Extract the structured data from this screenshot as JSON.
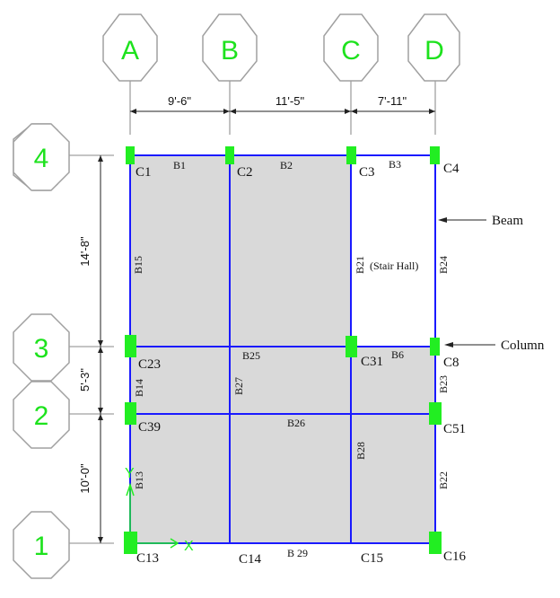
{
  "grid_columns": [
    {
      "label": "A"
    },
    {
      "label": "B"
    },
    {
      "label": "C"
    },
    {
      "label": "D"
    }
  ],
  "grid_rows": [
    {
      "label": "4"
    },
    {
      "label": "3"
    },
    {
      "label": "2"
    },
    {
      "label": "1"
    }
  ],
  "dimensions": {
    "horizontal": [
      "9'-6\"",
      "11'-5\"",
      "7'-11\""
    ],
    "vertical": [
      "14'-8\"",
      "5'-3\"",
      "10'-0\""
    ]
  },
  "beams": {
    "B1": "B1",
    "B2": "B2",
    "B3": "B3",
    "B15": "B15",
    "B21": "B21",
    "B24": "B24",
    "B25": "B25",
    "B6": "B6",
    "B14": "B14",
    "B27": "B27",
    "B23": "B23",
    "B26": "B26",
    "B28": "B28",
    "B13": "B13",
    "B22": "B22",
    "B29": "B 29"
  },
  "columns": {
    "C1": "C1",
    "C2": "C2",
    "C3": "C3",
    "C4": "C4",
    "C23": "C23",
    "C31": "C31",
    "C8": "C8",
    "C39": "C39",
    "C51": "C51",
    "C13": "C13",
    "C14": "C14",
    "C15": "C15",
    "C16": "C16"
  },
  "room_label": "(Stair Hall)",
  "annotations": {
    "beam": "Beam",
    "column": "Column"
  },
  "axes": {
    "x": "X",
    "y": "Y"
  },
  "colors": {
    "beam": "#1a1aff",
    "column": "#22ee22",
    "slab": "#d9d9d9",
    "grid_label": "#1de21d"
  }
}
